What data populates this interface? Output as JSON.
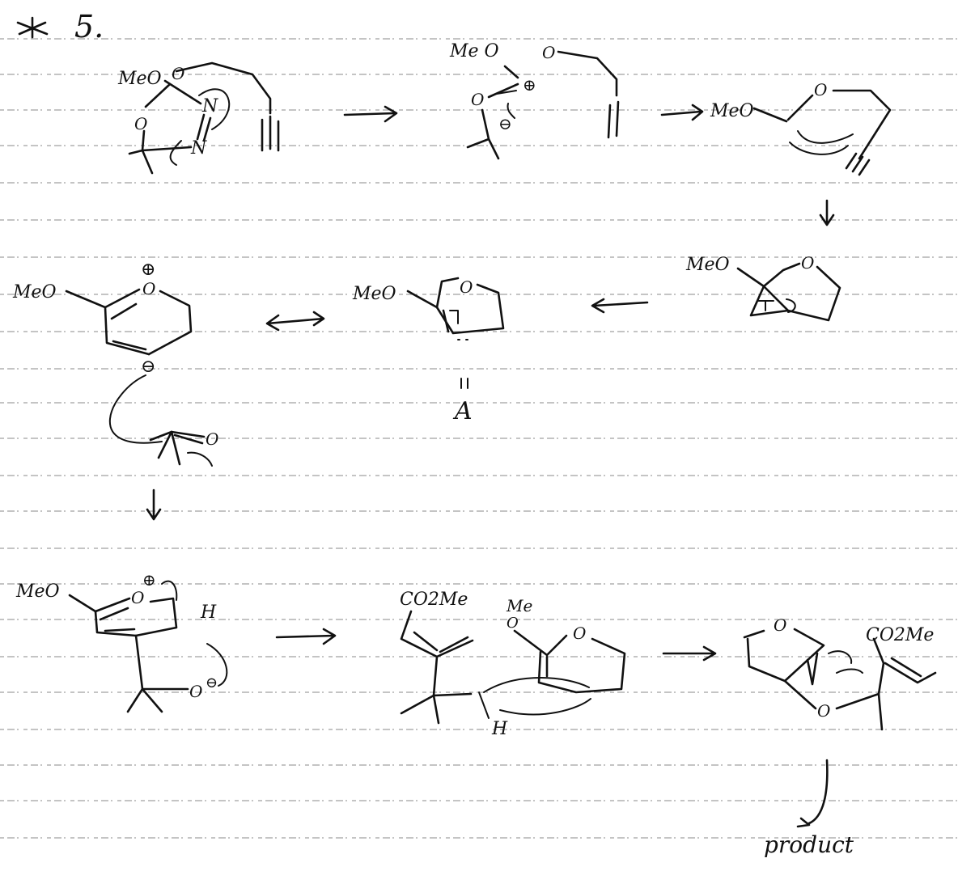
{
  "problem_number": "5.",
  "groups": {
    "methoxy": "MeO",
    "methoxy_alt": "Me O",
    "ester": "CO2Me",
    "methyl": "Me",
    "nitrogen": "N",
    "hydrogen": "H",
    "oxygen": "O",
    "plus": "⊕",
    "minus": "⊖"
  },
  "labels": {
    "intermediate": "A",
    "result": "product"
  },
  "colors": {
    "ink": "#111111",
    "rules": "#8a8a8a",
    "paper": "#ffffff"
  }
}
